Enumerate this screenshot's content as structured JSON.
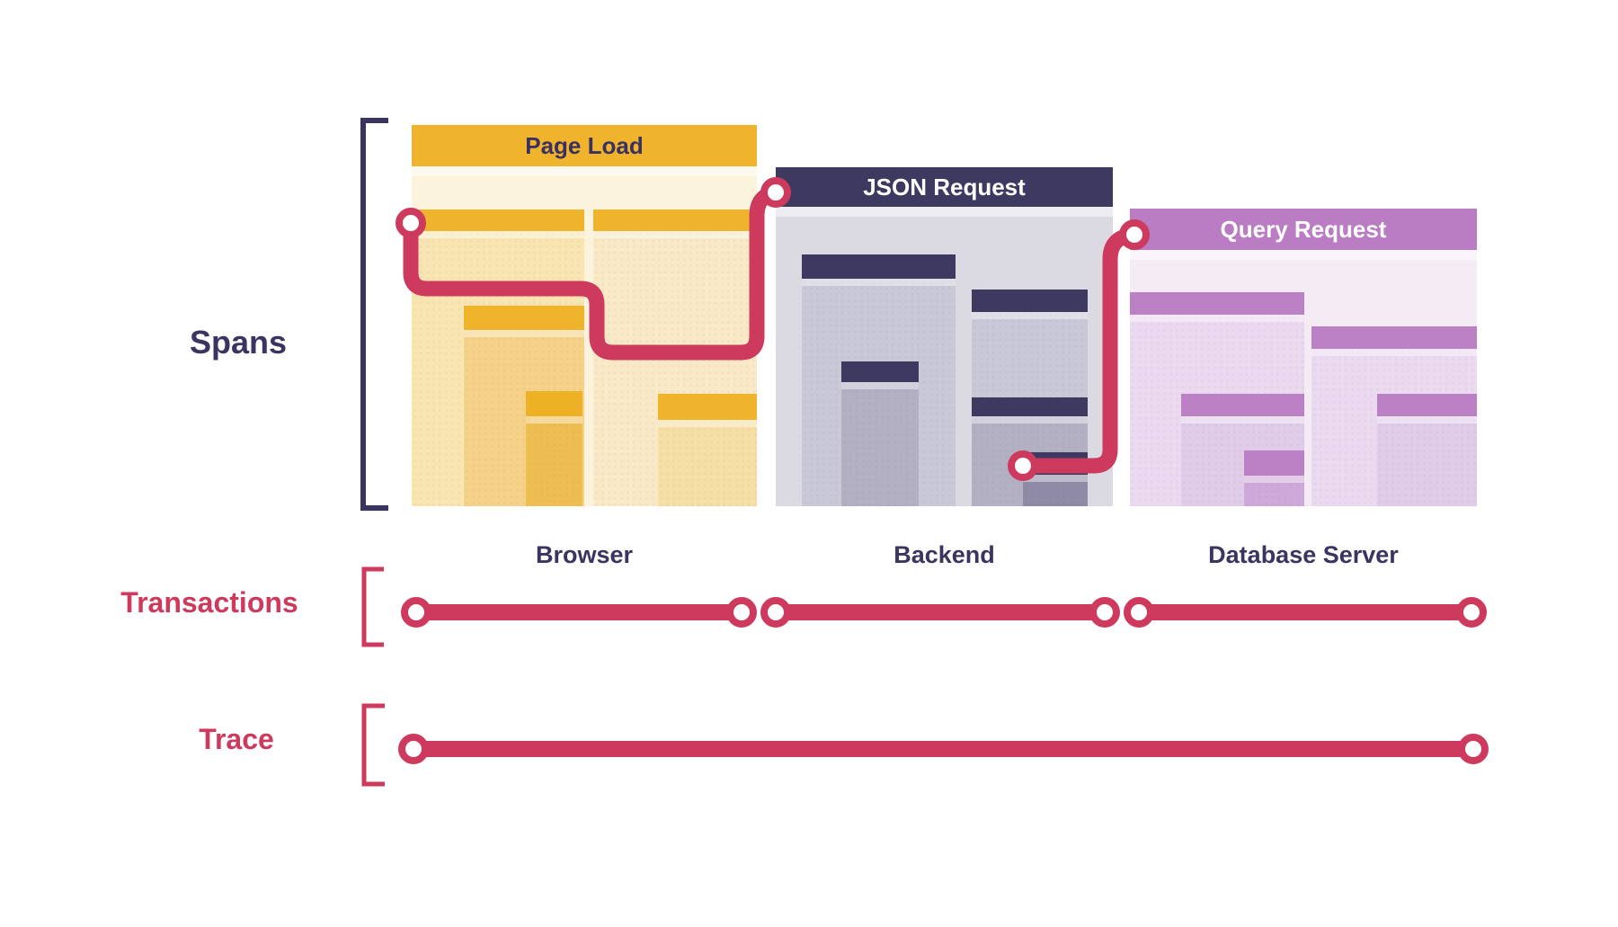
{
  "sections": {
    "spans": {
      "label": "Spans"
    },
    "transactions": {
      "label": "Transactions"
    },
    "trace": {
      "label": "Trace"
    }
  },
  "panels": {
    "browser": {
      "title": "Page Load",
      "env_label": "Browser"
    },
    "backend": {
      "title": "JSON Request",
      "env_label": "Backend"
    },
    "database": {
      "title": "Query Request",
      "env_label": "Database Server"
    }
  },
  "colors": {
    "crimson_connector": "#CE3A5D",
    "navy_text": "#3A3461",
    "yellow_header": "#F0B42C",
    "navy_header": "#3E3960",
    "purple_header": "#BA7CC2",
    "browser_panel_bg": "#FBF3DC",
    "backend_panel_bg": "#DBDAE3",
    "database_panel_bg": "#F4EBF5",
    "marker_fill": "#FFFFFF"
  },
  "icons": {
    "spans_bracket": "square-bracket",
    "transactions_bracket": "square-bracket",
    "trace_bracket": "square-bracket",
    "span_markers": "ring-circle"
  }
}
